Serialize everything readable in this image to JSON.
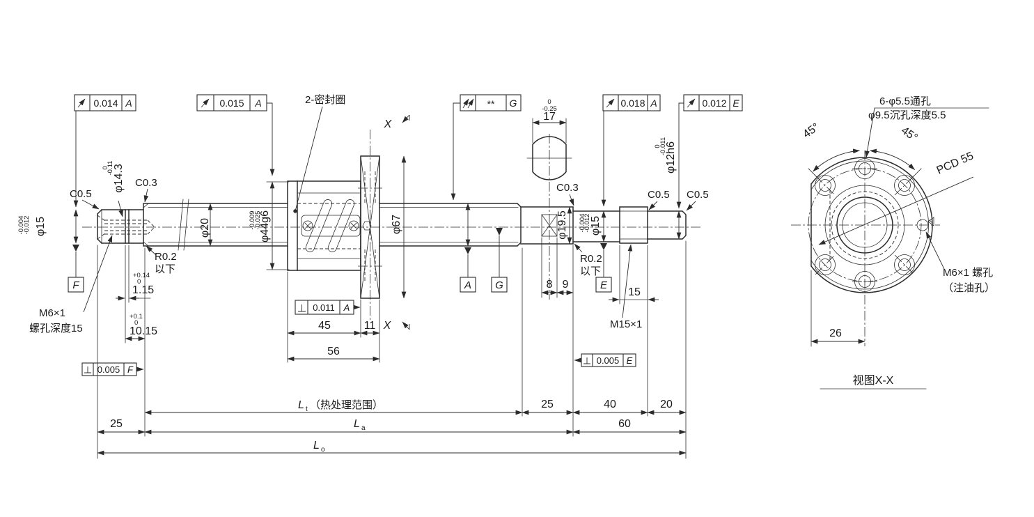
{
  "colors": {
    "line": "#2b2b2b",
    "background": "#ffffff",
    "text": "#1a1a1a"
  },
  "frames": {
    "runout1": {
      "value": "0.014",
      "datum": "A"
    },
    "runout2": {
      "value": "0.015",
      "datum": "A"
    },
    "total_runout": {
      "value": "**",
      "datum": "G"
    },
    "runout3": {
      "value": "0.018",
      "datum": "A"
    },
    "runout4": {
      "value": "0.012",
      "datum": "E"
    },
    "perp_f": {
      "value": "0.005",
      "datum": "F"
    },
    "perp_a": {
      "value": "0.011",
      "datum": "A"
    },
    "perp_e": {
      "value": "0.005",
      "datum": "E"
    }
  },
  "datums": {
    "a": "A",
    "e": "E",
    "f": "F",
    "g": "G"
  },
  "labels": {
    "seal": "2-密封圈",
    "c05": "C0.5",
    "c03": "C0.3",
    "r02": "R0.2",
    "below": "以下",
    "m6": "M6×1",
    "m6depth": "螺孔深度15",
    "m15": "M15×1",
    "secx": "X",
    "view_title": "视图X-X",
    "holes": "6-φ5.5通孔",
    "cbore": "φ9.5沉孔深度5.5",
    "pcd": "PCD 55",
    "deg45": "45°",
    "oil1": "M6×1 螺孔",
    "oil2": "（注油孔）"
  },
  "dims": {
    "phi15": "φ15",
    "phi15_tu": "-0.004",
    "phi15_tl": "-0.012",
    "phi143": "φ14.3",
    "phi143_tu": "0",
    "phi143_tl": "-0.11",
    "phi20": "φ20",
    "phi44": "φ44g6",
    "phi44_tu": "-0.009",
    "phi44_tl": "-0.025",
    "phi67": "φ67",
    "phi195": "φ19.5",
    "phi12": "φ12h6",
    "phi12_tu": "0",
    "phi12_tl": "-0.011",
    "w17": "17",
    "w17_tu": "0",
    "w17_tl": "-0.25",
    "g115": "1.15",
    "g115_tu": "+0.14",
    "g115_tl": "0",
    "g1015": "10.15",
    "g1015_tu": "+0.1",
    "g1015_tl": "0",
    "d45": "45",
    "d11": "11",
    "d56": "56",
    "d8": "8",
    "d9": "9",
    "d15": "15",
    "d25": "25",
    "d40": "40",
    "d20": "20",
    "d60": "60",
    "d26": "26",
    "lt_main": "L",
    "lt_sub": "t",
    "lt_note": "（热处理范围）",
    "la_main": "L",
    "la_sub": "a",
    "lo_main": "L",
    "lo_sub": "o"
  }
}
